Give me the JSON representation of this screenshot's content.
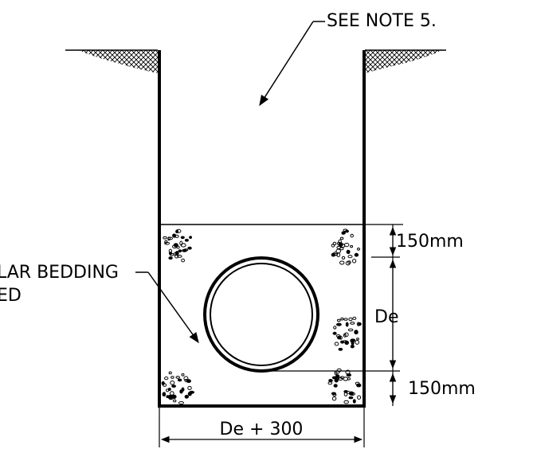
{
  "labels": {
    "note": "SEE NOTE 5.",
    "bedding_line1": "LAR BEDDING",
    "bedding_line2": "ED",
    "dim_top": "150mm",
    "dim_de": "De",
    "dim_bottom": "150mm",
    "dim_width": "De + 300"
  },
  "colors": {
    "line": "#000000",
    "background": "#ffffff"
  }
}
